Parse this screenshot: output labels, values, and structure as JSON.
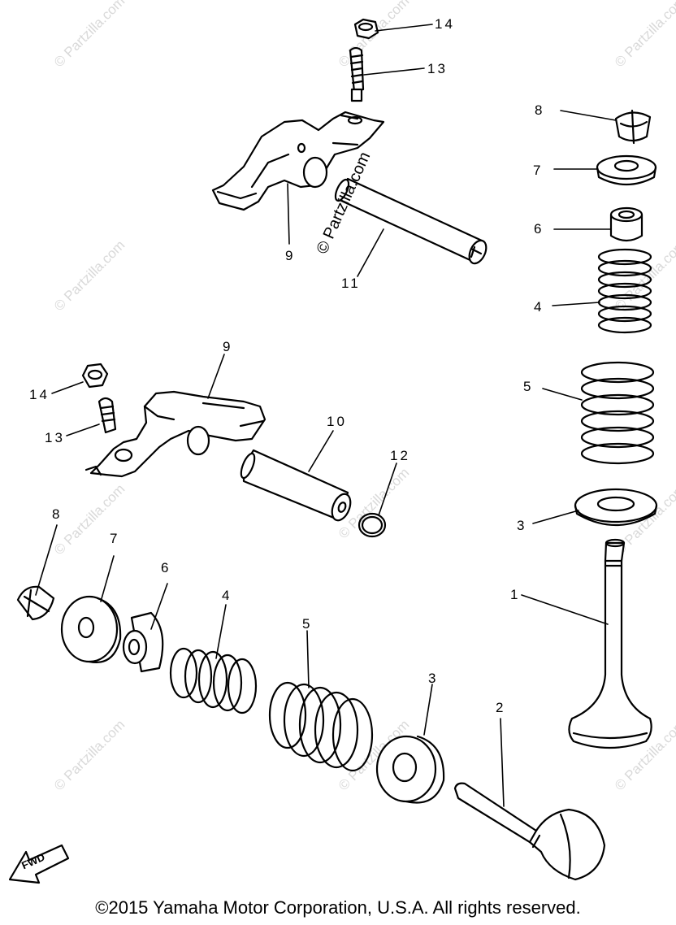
{
  "watermark": "© Partzilla.com",
  "copyright": "©2015  Yamaha Motor Corporation, U.S.A. All rights reserved.",
  "fwd_label": "FWD",
  "callouts": {
    "top_nut": "14",
    "top_adjuster": "13",
    "top_rocker_arm": "9",
    "top_shaft": "11",
    "r_cotter": "8",
    "r_retainer": "7",
    "r_seal": "6",
    "r_spring_inner": "4",
    "r_spring_outer": "5",
    "r_seat": "3",
    "r_valve": "1",
    "m_rocker_arm": "9",
    "m_nut": "14",
    "m_adjuster": "13",
    "m_shaft": "10",
    "m_oring": "12",
    "b_cotter": "8",
    "b_retainer": "7",
    "b_seal": "6",
    "b_spring_inner": "4",
    "b_spring_outer": "5",
    "b_seat": "3",
    "b_valve": "2"
  }
}
